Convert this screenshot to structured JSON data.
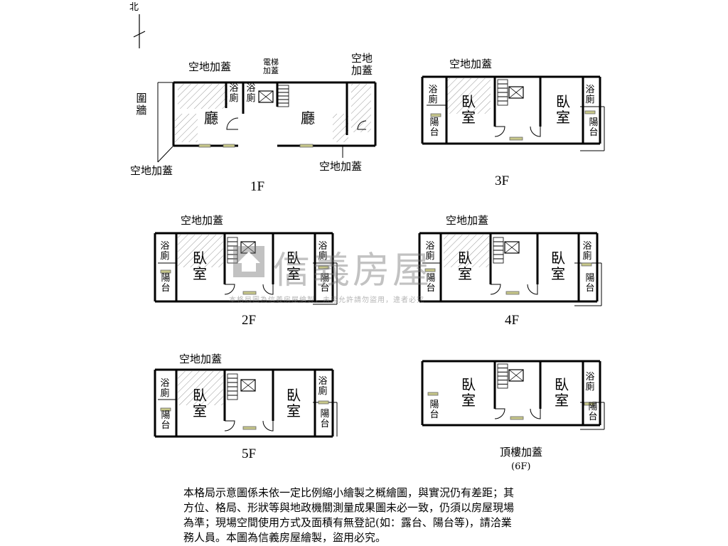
{
  "compass": {
    "label": "北"
  },
  "plans": {
    "f1": {
      "title": "1F",
      "labels": {
        "north_addition": "空地加蓋",
        "elevator_addition": "電梯加蓋",
        "east_addition": "空地加蓋",
        "fence": "圍牆",
        "hall_left": "廳",
        "hall_right": "廳",
        "bath_a": "浴廁",
        "bath_b": "浴廁",
        "sw_addition": "空地加蓋",
        "se_addition": "空地加蓋"
      }
    },
    "f3": {
      "title": "3F",
      "labels": {
        "addition": "空地加蓋",
        "bath_l": "浴廁",
        "bath_r": "浴廁",
        "bed_l": "臥室",
        "bed_r": "臥室",
        "balc_l": "陽台",
        "balc_r": "陽台"
      }
    },
    "f2": {
      "title": "2F",
      "labels": {
        "addition": "空地加蓋",
        "bath_l": "浴廁",
        "bath_r": "浴廁",
        "bed_l": "臥室",
        "bed_r": "臥室",
        "balc_l": "陽台",
        "balc_r": "陽台"
      }
    },
    "f4": {
      "title": "4F",
      "labels": {
        "addition": "空地加蓋",
        "bath_l": "浴廁",
        "bath_r": "浴廁",
        "bed_l": "臥室",
        "bed_r": "臥室",
        "balc_l": "陽台",
        "balc_r": "陽台"
      }
    },
    "f5": {
      "title": "5F",
      "labels": {
        "addition": "空地加蓋",
        "bath_l": "浴廁",
        "bath_r": "浴廁",
        "bed_l": "臥室",
        "bed_r": "臥室",
        "balc_l": "陽台",
        "balc_r": "陽台"
      }
    },
    "f6": {
      "title": "頂樓加蓋",
      "subtitle": "(6F)",
      "labels": {
        "bath_r": "浴廁",
        "bed_l": "臥室",
        "bed_r": "臥室",
        "balc_l": "陽台",
        "balc_r": "陽台"
      }
    }
  },
  "watermark": {
    "text": "信義房屋",
    "sub": "本格局圖為信義房屋繪製，未經允許請勿盜用，違者必究"
  },
  "disclaimer": "本格局示意圖係未依一定比例縮小繪製之概繪圖，與實況仍有差距；其方位、格局、形狀等與地政機關測量成果圖未必一致，仍須以房屋現場為準；現場空間使用方式及面積有無登記(如：露台、陽台等)，請洽業務人員。本圖為信義房屋繪製，盜用必究。",
  "colors": {
    "line": "#000000",
    "hatch": "#9a9a9a",
    "window": "#c8c88a",
    "watermark": "#8a8a8a"
  }
}
